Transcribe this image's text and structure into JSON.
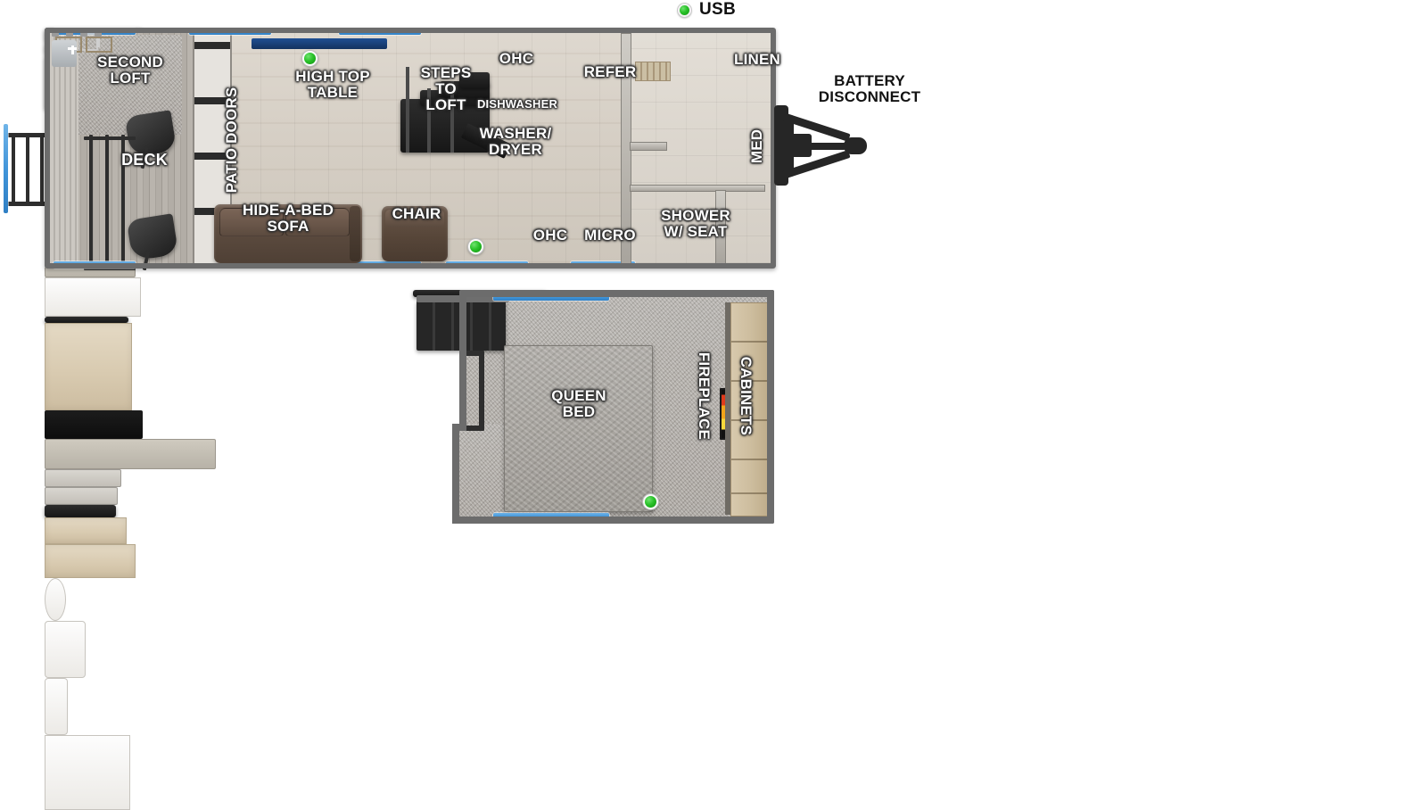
{
  "legend": {
    "usb_label": "USB",
    "usb_color": "#27c027"
  },
  "upper_unit": {
    "name": "main-living-area",
    "labels": {
      "second_loft": "SECOND\nLOFT",
      "deck": "DECK",
      "patio_doors": "PATIO DOORS",
      "high_top_table": "HIGH TOP\nTABLE",
      "steps_to_loft": "STEPS\nTO\nLOFT",
      "hide_a_bed_sofa": "HIDE-A-BED\nSOFA",
      "chair": "CHAIR",
      "ohc_upper": "OHC",
      "dishwasher": "DISHWASHER",
      "washer_dryer": "WASHER/\nDRYER",
      "refer": "REFER",
      "ohc_lower": "OHC",
      "micro": "MICRO",
      "linen": "LINEN",
      "med": "MED",
      "shower_w_seat": "SHOWER\nW/ SEAT"
    }
  },
  "exterior": {
    "battery_disconnect": "BATTERY\nDISCONNECT"
  },
  "lower_unit": {
    "name": "bedroom-slide",
    "labels": {
      "queen_bed": "QUEEN\nBED",
      "fireplace": "FIREPLACE",
      "cabinets": "CABINETS"
    }
  }
}
